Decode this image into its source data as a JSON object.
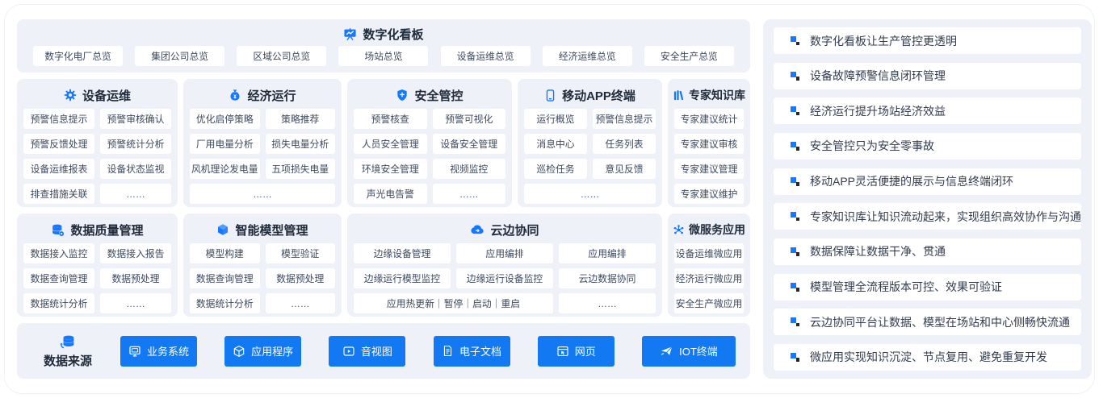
{
  "colors": {
    "accent_blue": "#1677ff",
    "button_blue": "#1379f2",
    "panel_bg": "#eef1f8",
    "title_text": "#1f2a3a",
    "item_text": "#3d4a5e",
    "bullet_dark": "#23272e"
  },
  "dashboard": {
    "title": "数字化看板",
    "icon": "presentation-chart-icon",
    "buttons": [
      "数字化电厂总览",
      "集团公司总览",
      "区域公司总览",
      "场站总览",
      "设备运维总览",
      "经济运维总览",
      "安全生产总览"
    ]
  },
  "sections": [
    {
      "title": "设备运维",
      "icon": "gear-icon",
      "items": [
        "预警信息提示",
        "预警审核确认",
        "预警反馈处理",
        "预警统计分析",
        "设备运维报表",
        "设备状态监视",
        "排查措施关联",
        "……"
      ]
    },
    {
      "title": "经济运行",
      "icon": "money-bag-icon",
      "items": [
        "优化启停策略",
        "策略推荐",
        "厂用电量分析",
        "损失电量分析",
        "风机理论发电量",
        "五项损失电量",
        {
          "label": "……",
          "span": "full"
        }
      ]
    },
    {
      "title": "安全管控",
      "icon": "shield-icon",
      "items": [
        "预警核查",
        "预警可视化",
        "人员安全管理",
        "设备安全管理",
        "环境安全管理",
        "视频监控",
        "声光电告警",
        "……"
      ]
    },
    {
      "title": "移动APP终端",
      "icon": "mobile-phone-icon",
      "items": [
        "运行概览",
        "预警信息提示",
        "消息中心",
        "任务列表",
        "巡检任务",
        "意见反馈",
        {
          "label": "……",
          "span": "full"
        }
      ]
    },
    {
      "title": "专家知识库",
      "icon": "books-icon",
      "items": [
        "专家建议统计",
        "专家建议审核",
        "专家建议管理",
        "专家建议维护"
      ]
    },
    {
      "title": "数据质量管理",
      "icon": "database-gear-icon",
      "items": [
        "数据接入监控",
        "数据接入报告",
        "数据查询管理",
        "数据预处理",
        "数据统计分析",
        "……"
      ]
    },
    {
      "title": "智能模型管理",
      "icon": "cube-icon",
      "items": [
        "模型构建",
        "模型验证",
        "数据查询管理",
        "数据预处理",
        "数据统计分析",
        "……"
      ]
    },
    {
      "title": "云边协同",
      "icon": "cloud-sync-icon",
      "items": [
        "边缘设备管理",
        "应用编排",
        "应用编排",
        "边缘运行模型监控",
        "边缘运行设备监控",
        "云边数据协同",
        {
          "label": "应用热更新｜暂停｜启动｜重启",
          "span": "2"
        },
        "……"
      ]
    },
    {
      "title": "微服务应用",
      "icon": "microservice-nodes-icon",
      "items": [
        "设备运维微应用",
        "经济运行微应用",
        "安全生产微应用"
      ]
    }
  ],
  "data_sources": {
    "title": "数据来源",
    "icon": "database-sync-icon",
    "buttons": [
      {
        "label": "业务系统",
        "icon": "monitor-icon"
      },
      {
        "label": "应用程序",
        "icon": "cube-outline-icon"
      },
      {
        "label": "音视图",
        "icon": "video-play-icon"
      },
      {
        "label": "电子文档",
        "icon": "document-icon"
      },
      {
        "label": "网页",
        "icon": "webpage-icon"
      },
      {
        "label": "IOT终端",
        "icon": "iot-signal-icon"
      }
    ]
  },
  "highlights": {
    "items": [
      "数字化看板让生产管控更透明",
      "设备故障预警信息闭环管理",
      "经济运行提升场站经济效益",
      "安全管控只为安全零事故",
      "移动APP灵活便捷的展示与信息终端闭环",
      "专家知识库让知识流动起来，实现组织高效协作与沟通",
      "数据保障让数据干净、贯通",
      "模型管理全流程版本可控、效果可验证",
      "云边协同平台让数据、模型在场站和中心侧畅快流通",
      "微应用实现知识沉淀、节点复用、避免重复开发"
    ]
  }
}
